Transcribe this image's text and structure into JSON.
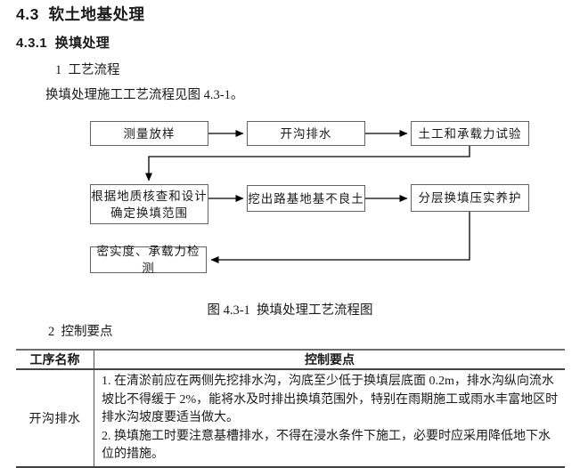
{
  "page": {
    "heading1": "4.3  软土地基处理",
    "heading2": "4.3.1  换填处理",
    "section1": "1  工艺流程",
    "intro": "换填处理施工工艺流程见图 4.3-1。",
    "figure_caption": "图 4.3-1  换填处理工艺流程图",
    "section2": "2  控制要点"
  },
  "flowchart": {
    "boxes": [
      {
        "label": "测量放样"
      },
      {
        "label": "开沟排水"
      },
      {
        "label": "土工和承载力试验"
      },
      {
        "lines": [
          "根据地质核查和设计",
          "确定换填范围"
        ]
      },
      {
        "label": "挖出路基地基不良土"
      },
      {
        "label": "分层换填压实养护"
      },
      {
        "label": "密实度、承载力检测"
      }
    ]
  },
  "table": {
    "headers": [
      "工序名称",
      "控制要点"
    ],
    "rows": [
      {
        "process": "开沟排水",
        "points": [
          "1. 在清淤前应在两侧先挖排水沟，沟底至少低于换填层底面 0.2m，排水沟纵向流水坡比不得缓于 2%，能将水及时排出换填范围外，特别在雨期施工或雨水丰富地区时排水沟坡度要适当做大。",
          "2. 换填施工时要注意基槽排水，不得在浸水条件下施工，必要时应采用降低地下水位的措施。"
        ]
      }
    ]
  },
  "colors": {
    "text": "#1a1a1a",
    "box_border": "#636363",
    "connector": "#000000",
    "table_rule": "#454545"
  }
}
